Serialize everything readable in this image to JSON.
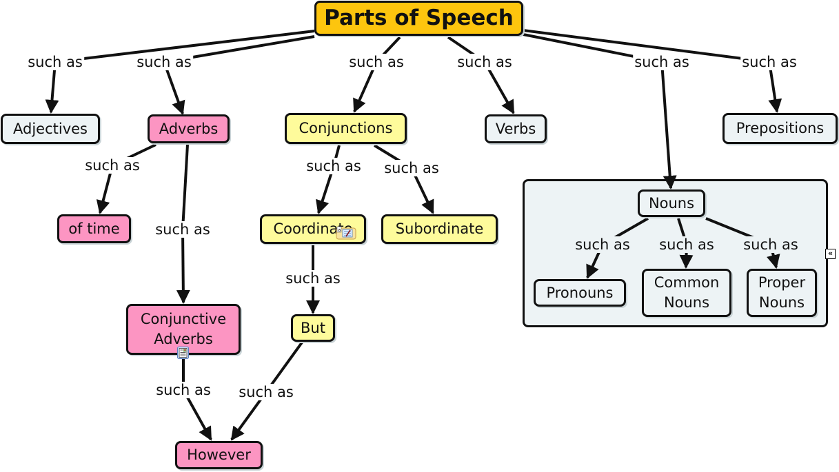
{
  "title": "Parts of Speech",
  "link_label_text": "such as",
  "colors": {
    "root": "#fdc50e",
    "gray": "#edf3f5",
    "pink": "#fc95c2",
    "yellow": "#fefb9b",
    "group": "#edf3f5",
    "line": "#111111"
  },
  "nodes": [
    {
      "id": "root",
      "label": "Parts of Speech",
      "color": "root"
    },
    {
      "id": "adjectives",
      "label": "Adjectives",
      "color": "gray"
    },
    {
      "id": "adverbs",
      "label": "Adverbs",
      "color": "pink"
    },
    {
      "id": "conjunctions",
      "label": "Conjunctions",
      "color": "yellow"
    },
    {
      "id": "verbs",
      "label": "Verbs",
      "color": "gray"
    },
    {
      "id": "prepositions",
      "label": "Prepositions",
      "color": "gray"
    },
    {
      "id": "of-time",
      "label": "of time",
      "color": "pink"
    },
    {
      "id": "conjunctive-adverbs",
      "label": "Conjunctive\nAdverbs",
      "color": "pink"
    },
    {
      "id": "however",
      "label": "However",
      "color": "pink"
    },
    {
      "id": "coordinate",
      "label": "Coordinate",
      "color": "yellow"
    },
    {
      "id": "subordinate",
      "label": "Subordinate",
      "color": "yellow"
    },
    {
      "id": "but",
      "label": "But",
      "color": "yellow"
    },
    {
      "id": "nouns",
      "label": "Nouns",
      "color": "gray"
    },
    {
      "id": "pronouns",
      "label": "Pronouns",
      "color": "gray"
    },
    {
      "id": "common-nouns",
      "label": "Common\nNouns",
      "color": "gray"
    },
    {
      "id": "proper-nouns",
      "label": "Proper\nNouns",
      "color": "gray"
    }
  ],
  "links": [
    {
      "from": "root",
      "to": "adjectives",
      "label": "such as"
    },
    {
      "from": "root",
      "to": "adverbs",
      "label": "such as"
    },
    {
      "from": "root",
      "to": "conjunctions",
      "label": "such as"
    },
    {
      "from": "root",
      "to": "verbs",
      "label": "such as"
    },
    {
      "from": "root",
      "to": "nouns",
      "label": "such as"
    },
    {
      "from": "root",
      "to": "prepositions",
      "label": "such as"
    },
    {
      "from": "adverbs",
      "to": "of-time",
      "label": "such as"
    },
    {
      "from": "adverbs",
      "to": "conjunctive-adverbs",
      "label": "such as"
    },
    {
      "from": "conjunctive-adverbs",
      "to": "however",
      "label": "such as"
    },
    {
      "from": "conjunctions",
      "to": "coordinate",
      "label": "such as"
    },
    {
      "from": "conjunctions",
      "to": "subordinate",
      "label": "such as"
    },
    {
      "from": "coordinate",
      "to": "but",
      "label": "such as"
    },
    {
      "from": "but",
      "to": "however",
      "label": "such as"
    },
    {
      "from": "nouns",
      "to": "pronouns",
      "label": "such as"
    },
    {
      "from": "nouns",
      "to": "common-nouns",
      "label": "such as"
    },
    {
      "from": "nouns",
      "to": "proper-nouns",
      "label": "such as"
    }
  ],
  "group": {
    "name": "nouns-group",
    "members": [
      "nouns",
      "pronouns",
      "common-nouns",
      "proper-nouns"
    ]
  },
  "resource_icons": [
    {
      "node": "coordinate",
      "icon": "note-attachment-icon"
    },
    {
      "node": "conjunctive-adverbs",
      "icon": "document-resource-icon"
    }
  ],
  "collapse_icon": {
    "glyph": "«",
    "icon": "collapse-group-icon"
  }
}
